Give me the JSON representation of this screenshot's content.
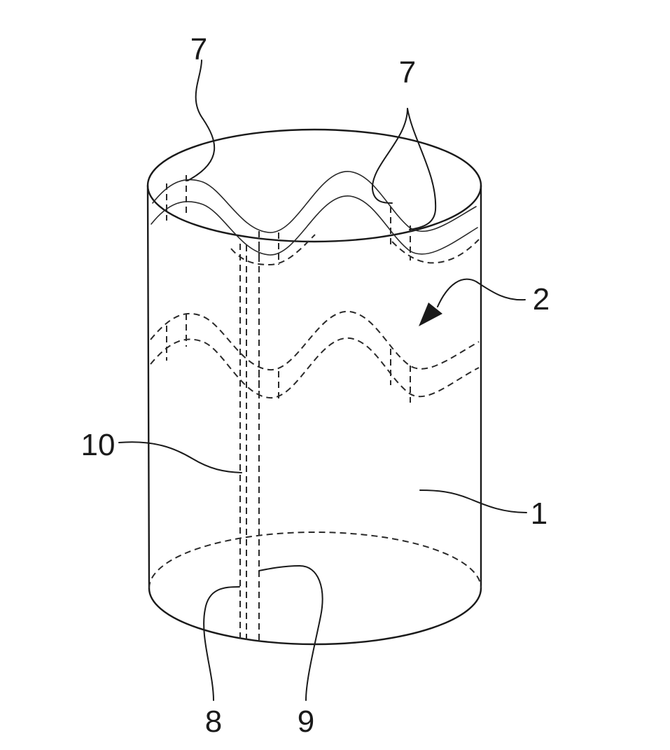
{
  "figure": {
    "labels": {
      "ref_7_left": "7",
      "ref_7_right": "7",
      "ref_2": "2",
      "ref_10": "10",
      "ref_1": "1",
      "ref_8": "8",
      "ref_9": "9"
    }
  }
}
